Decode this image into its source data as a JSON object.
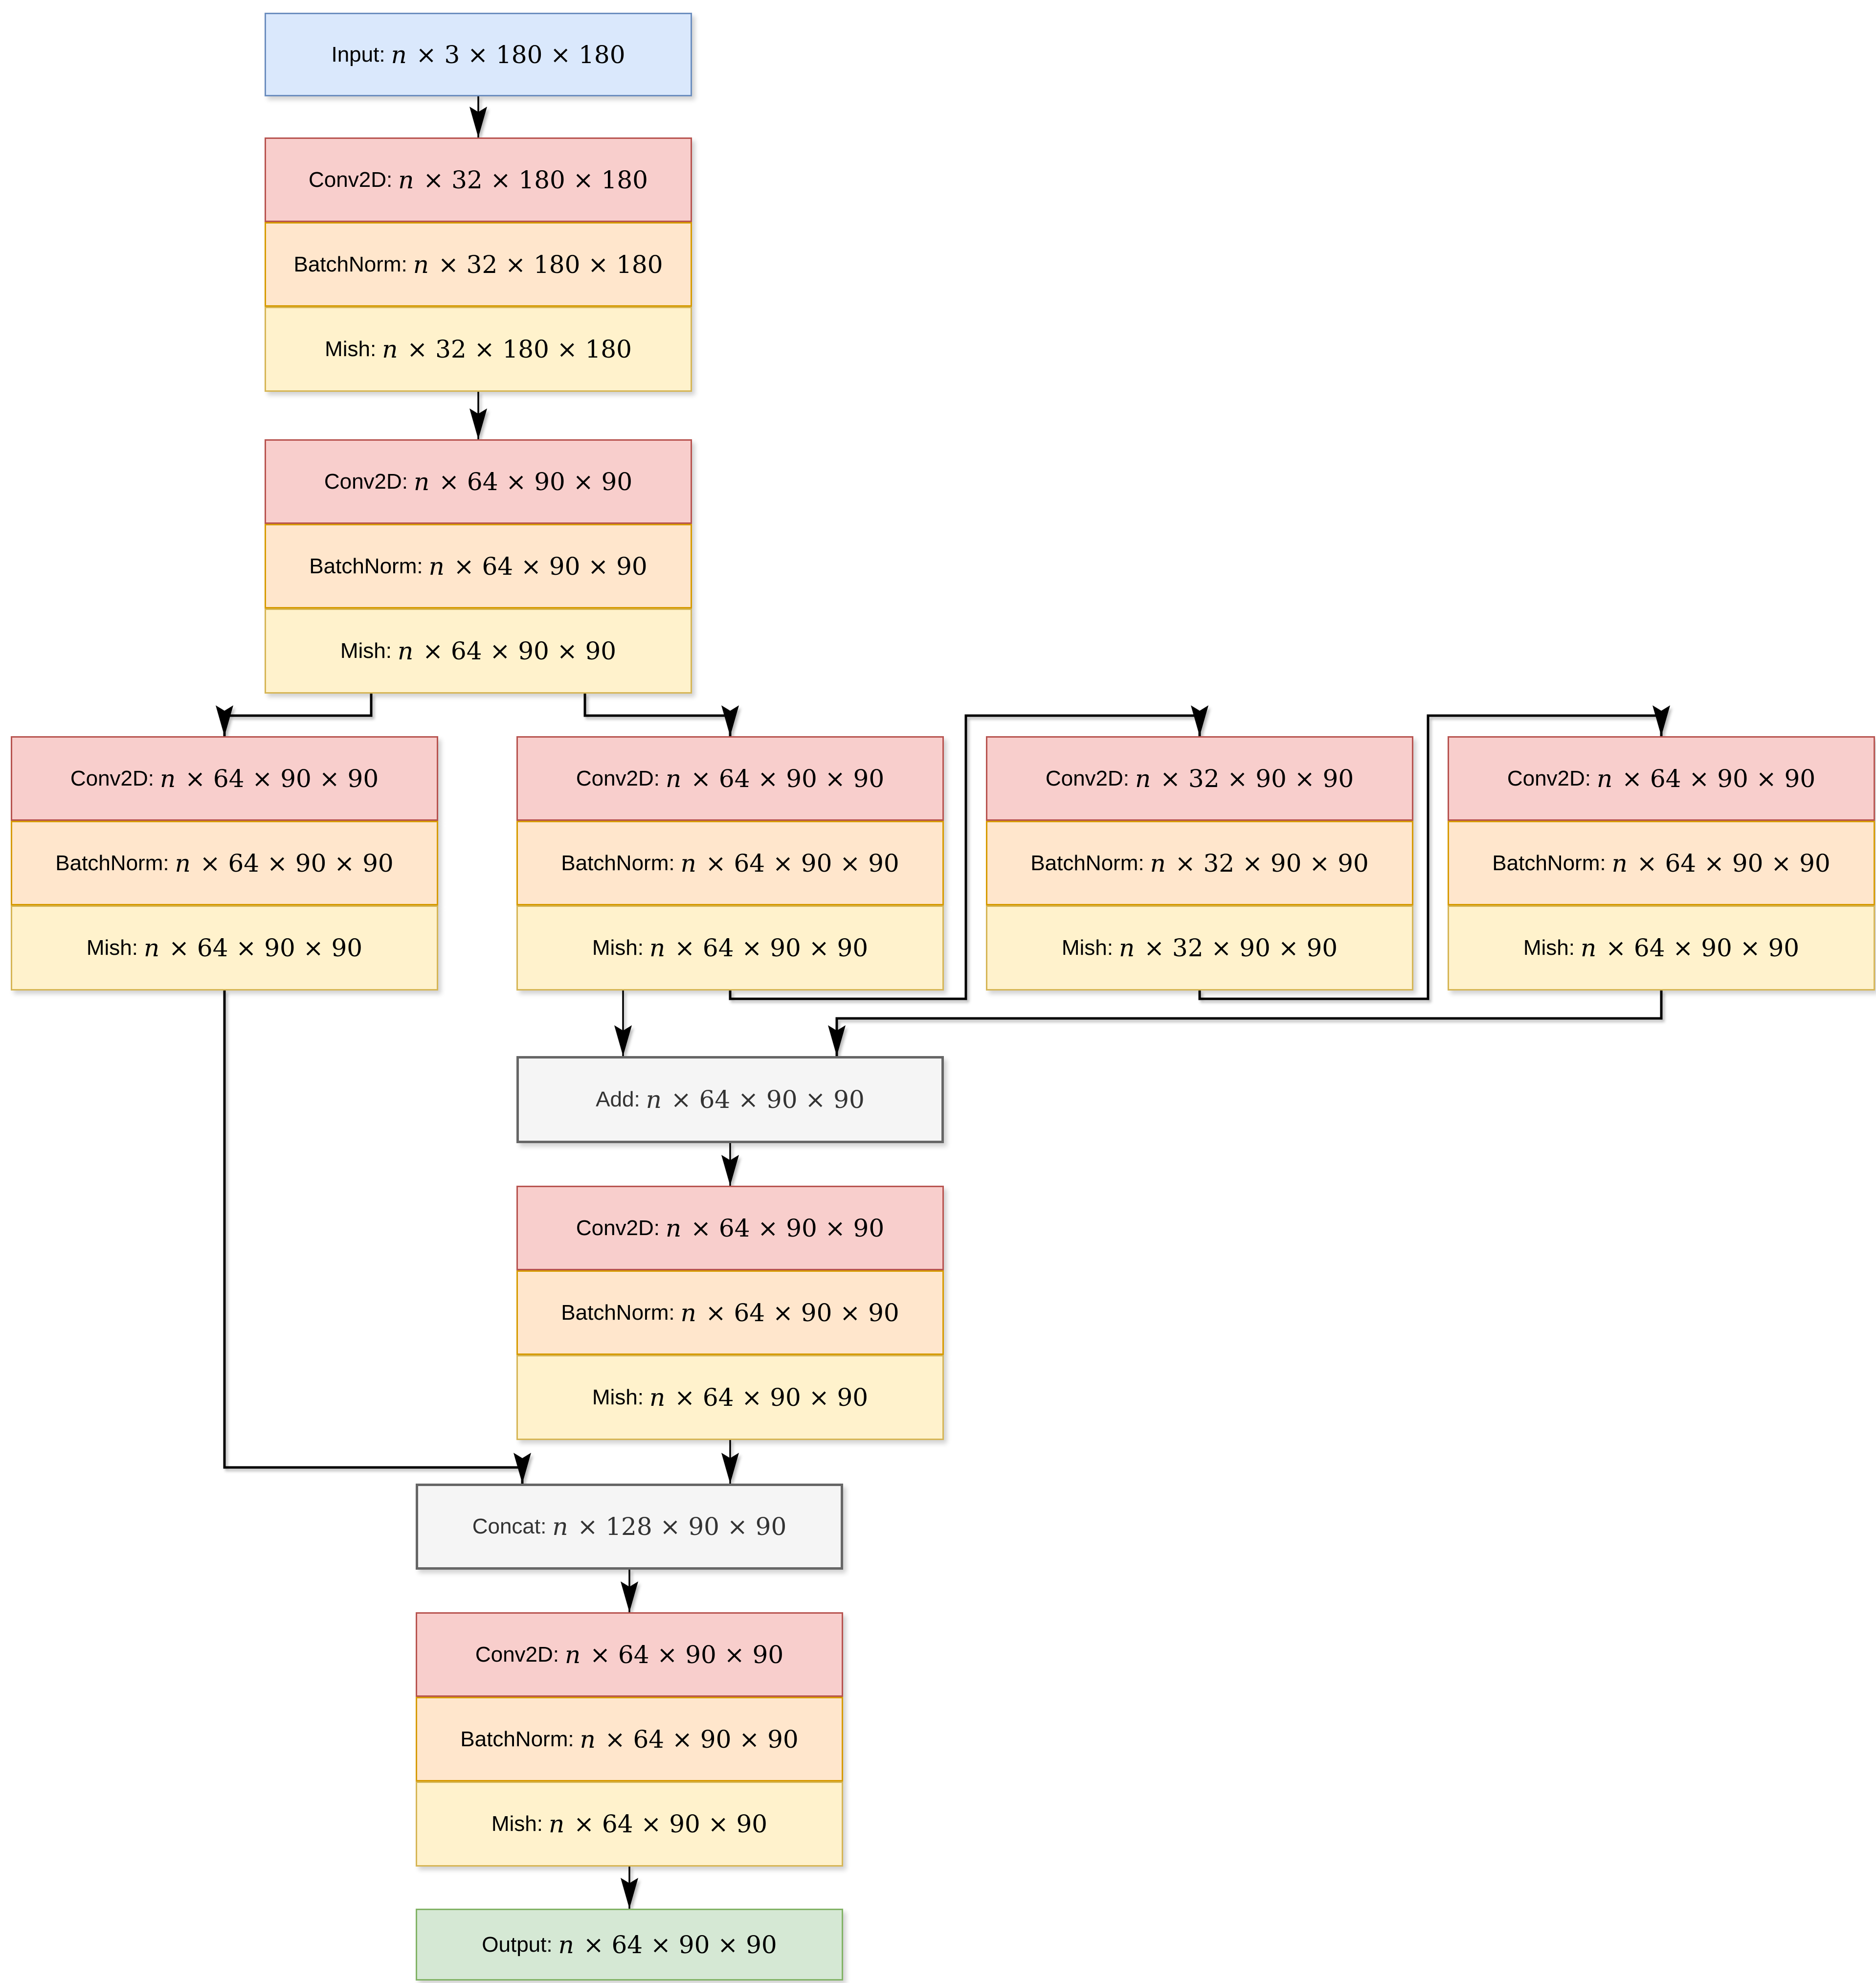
{
  "diagram": {
    "palette": {
      "background": "#ffffff",
      "input_fill": "#dae8fc",
      "input_stroke": "#6c8ebf",
      "conv_fill": "#f8cecc",
      "conv_stroke": "#b85450",
      "batchnorm_fill": "#ffe6cc",
      "batchnorm_stroke": "#d79b00",
      "mish_fill": "#fff2cc",
      "mish_stroke": "#d6b656",
      "op_fill": "#f5f5f5",
      "op_stroke": "#666666",
      "op_text": "#333333",
      "output_fill": "#d5e8d4",
      "output_stroke": "#82b366",
      "edge_color": "#000000",
      "text_color": "#000000"
    },
    "nodes": [
      {
        "id": "input",
        "label": "Input:",
        "var": "n",
        "dims": " × 3 × 180 × 180"
      },
      {
        "id": "s1_conv",
        "label": "Conv2D:",
        "var": "n",
        "dims": " × 32 × 180 × 180"
      },
      {
        "id": "s1_bn",
        "label": "BatchNorm:",
        "var": "n",
        "dims": " × 32 × 180 × 180"
      },
      {
        "id": "s1_mish",
        "label": "Mish:",
        "var": "n",
        "dims": " × 32 × 180 × 180"
      },
      {
        "id": "s2_conv",
        "label": "Conv2D:",
        "var": "n",
        "dims": " × 64 × 90 × 90"
      },
      {
        "id": "s2_bn",
        "label": "BatchNorm:",
        "var": "n",
        "dims": " × 64 × 90 × 90"
      },
      {
        "id": "s2_mish",
        "label": "Mish:",
        "var": "n",
        "dims": " × 64 × 90 × 90"
      },
      {
        "id": "b1_conv",
        "label": "Conv2D:",
        "var": "n",
        "dims": " × 64 × 90 × 90"
      },
      {
        "id": "b1_bn",
        "label": "BatchNorm:",
        "var": "n",
        "dims": " × 64 × 90 × 90"
      },
      {
        "id": "b1_mish",
        "label": "Mish:",
        "var": "n",
        "dims": " × 64 × 90 × 90"
      },
      {
        "id": "b2_conv",
        "label": "Conv2D:",
        "var": "n",
        "dims": " × 64 × 90 × 90"
      },
      {
        "id": "b2_bn",
        "label": "BatchNorm:",
        "var": "n",
        "dims": " × 64 × 90 × 90"
      },
      {
        "id": "b2_mish",
        "label": "Mish:",
        "var": "n",
        "dims": " × 64 × 90 × 90"
      },
      {
        "id": "b3_conv",
        "label": "Conv2D:",
        "var": "n",
        "dims": " × 32 × 90 × 90"
      },
      {
        "id": "b3_bn",
        "label": "BatchNorm:",
        "var": "n",
        "dims": " × 32 × 90 × 90"
      },
      {
        "id": "b3_mish",
        "label": "Mish:",
        "var": "n",
        "dims": " × 32 × 90 × 90"
      },
      {
        "id": "b4_conv",
        "label": "Conv2D:",
        "var": "n",
        "dims": " × 64 × 90 × 90"
      },
      {
        "id": "b4_bn",
        "label": "BatchNorm:",
        "var": "n",
        "dims": " × 64 × 90 × 90"
      },
      {
        "id": "b4_mish",
        "label": "Mish:",
        "var": "n",
        "dims": " × 64 × 90 × 90"
      },
      {
        "id": "add",
        "label": "Add:",
        "var": "n",
        "dims": " × 64 × 90 × 90"
      },
      {
        "id": "s3_conv",
        "label": "Conv2D:",
        "var": "n",
        "dims": " × 64 × 90 × 90"
      },
      {
        "id": "s3_bn",
        "label": "BatchNorm:",
        "var": "n",
        "dims": " × 64 × 90 × 90"
      },
      {
        "id": "s3_mish",
        "label": "Mish:",
        "var": "n",
        "dims": " × 64 × 90 × 90"
      },
      {
        "id": "concat",
        "label": "Concat:",
        "var": "n",
        "dims": " × 128 × 90 × 90"
      },
      {
        "id": "s4_conv",
        "label": "Conv2D:",
        "var": "n",
        "dims": " × 64 × 90 × 90"
      },
      {
        "id": "s4_bn",
        "label": "BatchNorm:",
        "var": "n",
        "dims": " × 64 × 90 × 90"
      },
      {
        "id": "s4_mish",
        "label": "Mish:",
        "var": "n",
        "dims": " × 64 × 90 × 90"
      },
      {
        "id": "output",
        "label": "Output:",
        "var": "n",
        "dims": " × 64 × 90 × 90"
      }
    ]
  }
}
